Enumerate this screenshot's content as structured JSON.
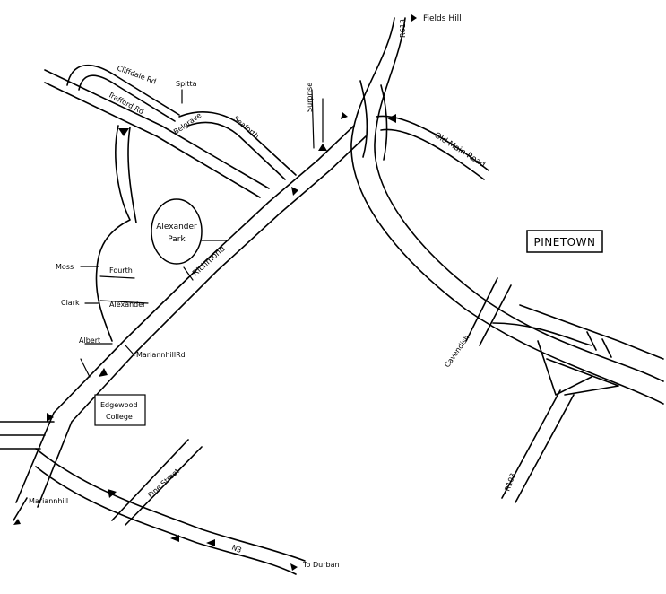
{
  "map": {
    "roads": {
      "fields_hill": "Fields Hill",
      "r613": "R613",
      "old_main_road": "Old Main Road",
      "surprise": "Surprise",
      "spitta": "Spitta",
      "cliffdale_rd": "Cliffdale Rd",
      "trafford_rd": "Trafford Rd",
      "seaforth": "Seaforth",
      "belgrave": "Belgrave",
      "richmond": "Richmond",
      "moss": "Moss",
      "fourth": "Fourth",
      "clark": "Clark",
      "alexander": "Alexander",
      "albert": "Albert",
      "mariannhill_rd": "MariannhillRd",
      "cavendish": "Cavendish",
      "r103": "R103",
      "pine_street": "Pine Street",
      "n3": "N3",
      "to_durban": "To Durban",
      "mariannhill": "Mariannhill"
    },
    "places": {
      "alexander_park": [
        "Alexander",
        "Park"
      ],
      "edgewood_college": [
        "Edgewood",
        "College"
      ],
      "pinetown": "PINETOWN"
    }
  }
}
